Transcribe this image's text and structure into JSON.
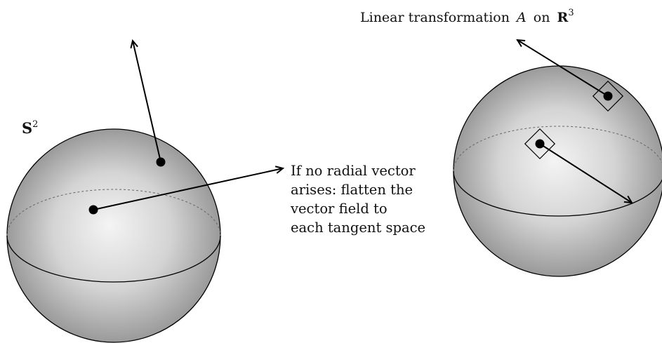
{
  "left_sphere": {
    "label_base": "S",
    "label_exp": "2"
  },
  "right_sphere": {
    "caption_prefix": "Linear transformation",
    "caption_var": "A",
    "caption_on": "on",
    "caption_space": "R",
    "caption_exp": "3"
  },
  "annotation": {
    "lines": [
      "If no radial vector",
      "arises: flatten the",
      "vector field to",
      "each tangent space"
    ]
  }
}
